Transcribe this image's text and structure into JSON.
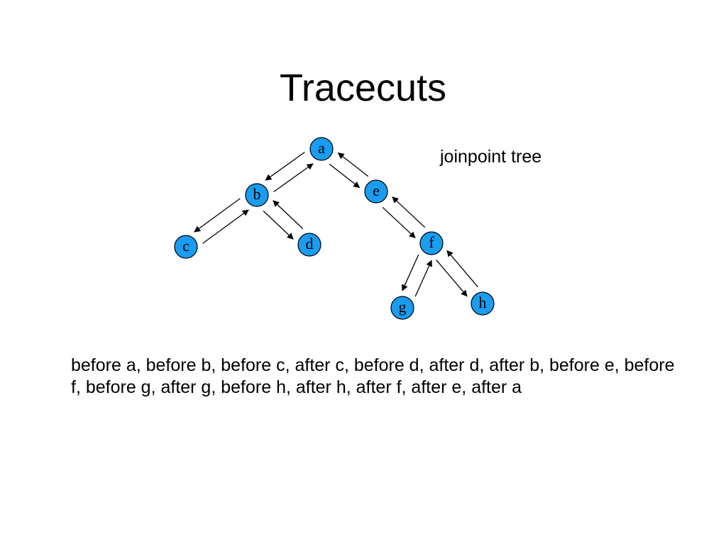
{
  "title": "Tracecuts",
  "caption": "joinpoint tree",
  "trace_sequence": "before a, before b, before c, after c, before d, after d, after b, before e, before f, before g, after g, before h, after h, after f, after e, after a",
  "colors": {
    "node_fill": "#1a9cf0",
    "node_stroke": "#000000",
    "arrow": "#000000",
    "text": "#000000"
  },
  "tree": {
    "nodes": [
      {
        "id": "a",
        "label": "a"
      },
      {
        "id": "b",
        "label": "b"
      },
      {
        "id": "c",
        "label": "c"
      },
      {
        "id": "d",
        "label": "d"
      },
      {
        "id": "e",
        "label": "e"
      },
      {
        "id": "f",
        "label": "f"
      },
      {
        "id": "g",
        "label": "g"
      },
      {
        "id": "h",
        "label": "h"
      }
    ],
    "edges": [
      {
        "parent": "a",
        "child": "b"
      },
      {
        "parent": "b",
        "child": "c"
      },
      {
        "parent": "b",
        "child": "d"
      },
      {
        "parent": "a",
        "child": "e"
      },
      {
        "parent": "e",
        "child": "f"
      },
      {
        "parent": "f",
        "child": "g"
      },
      {
        "parent": "f",
        "child": "h"
      }
    ]
  }
}
